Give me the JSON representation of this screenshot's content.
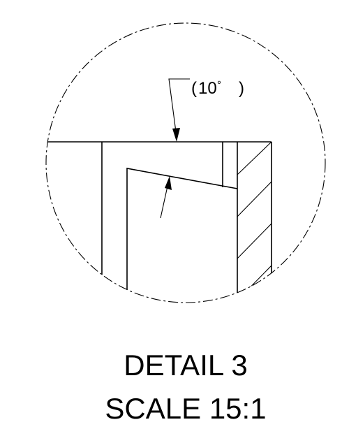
{
  "drawing": {
    "angle_dimension": {
      "value": "10",
      "unit_symbol": "°",
      "open_paren": "(",
      "close_paren": ")"
    },
    "detail_label": "DETAIL 3",
    "scale_label": "SCALE 15:1"
  }
}
